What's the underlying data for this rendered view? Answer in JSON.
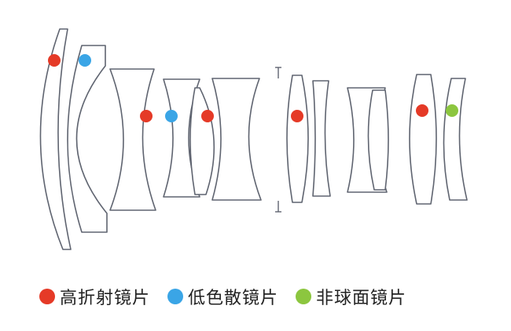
{
  "colors": {
    "high_refraction": "#e53a27",
    "low_dispersion": "#3aa5e6",
    "aspherical": "#8cc63f",
    "lens_outline": "#5f6470"
  },
  "lens_markers": [
    {
      "type": "high_refraction"
    },
    {
      "type": "low_dispersion"
    },
    {
      "type": "high_refraction"
    },
    {
      "type": "low_dispersion"
    },
    {
      "type": "high_refraction"
    },
    {
      "type": "high_refraction"
    },
    {
      "type": "high_refraction"
    },
    {
      "type": "aspherical"
    }
  ],
  "legend": [
    {
      "type": "high_refraction",
      "label": "高折射镜片"
    },
    {
      "type": "low_dispersion",
      "label": "低色散镜片"
    },
    {
      "type": "aspherical",
      "label": "非球面镜片"
    }
  ]
}
